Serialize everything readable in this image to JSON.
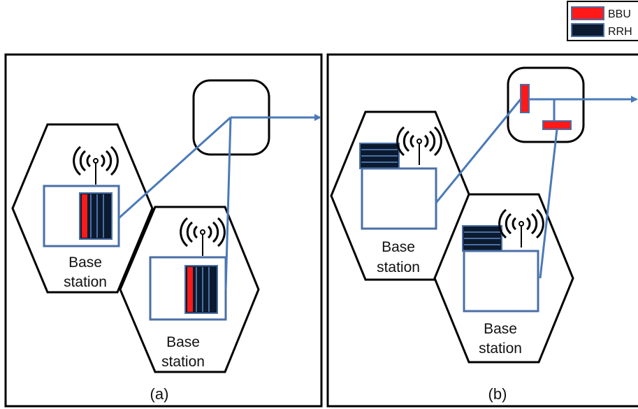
{
  "legend": {
    "bbu_label": "BBU",
    "rrh_label": "RRH",
    "bbu_color": "#ff1a1a",
    "rrh_color": "#0b1a2e",
    "link_color": "#4a7ab8"
  },
  "panel_a": {
    "caption": "(a)",
    "bs1": {
      "line1": "Base",
      "line2": "station"
    },
    "bs2": {
      "line1": "Base",
      "line2": "station"
    }
  },
  "panel_b": {
    "caption": "(b)",
    "bs1": {
      "line1": "Base",
      "line2": "station"
    },
    "bs2": {
      "line1": "Base",
      "line2": "station"
    }
  }
}
